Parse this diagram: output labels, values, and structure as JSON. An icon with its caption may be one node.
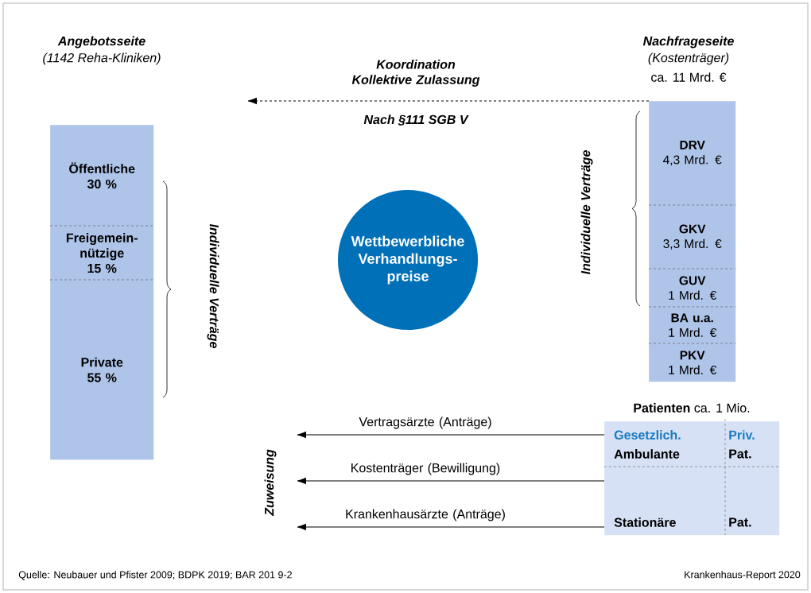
{
  "diagram": {
    "nodes": [
      {
        "text": [],
        "shape": "bar"
      },
      {
        "text": [
          "Öffentliche 30 %"
        ],
        "in": 0
      },
      {
        "text": [
          "Freigemein- nützige 15 %"
        ],
        "in": 0
      },
      {
        "text": [
          "Private 55 %"
        ],
        "in": 0
      },
      {
        "text": [
          "Nachfrageseite",
          "(Kostenträger)",
          "ca. 11 Mrd. €"
        ]
      },
      {
        "text": [
          "DRV",
          "4,3 Mrd. €"
        ],
        "in": 4
      },
      {
        "text": [
          "GKV",
          "3,3 Mrd. €"
        ],
        "in": 4
      },
      {
        "text": [
          "GUV",
          "1 Mrd. €"
        ],
        "in": 4
      },
      {
        "text": [
          "BA u.a.",
          "1 Mrd. €"
        ],
        "in": 4
      },
      {
        "text": [
          "PKV",
          "1 Mrd. €"
        ],
        "in": 4
      },
      {
        "text": [
          "Wettbewerbliche Verhandlungs- preise"
        ]
      },
      {
        "text": [
          "**Patienten** ca. 1 Mio.",
          "Gesetzlich.",
          "Ambulante",
          "Priv.",
          "Pat.",
          "Stationäre",
          "Pat."
        ]
      }
    ],
    "edges": [
      {
        "from": 4,
        "to": null,
        "arrow": "to",
        "style": "dashed",
        "label": "Koordination Kollektive Zulassung"
      },
      {
        "from": 11,
        "to": null,
        "arrow": "to",
        "label": "Vertragsärzte (Anträge)"
      },
      {
        "from": 11,
        "to": null,
        "arrow": "to",
        "label": "Kostenträger (Bewilligung)"
      },
      {
        "from": 11,
        "to": null,
        "arrow": "to",
        "label": "Krankenhausärzte (Anträge)"
      }
    ],
    "labels": [
      "Angebotsseite",
      "(1142 Reha-Kliniken)",
      "Nach §111 SGB V",
      "Individuelle Verträge",
      "Individuelle Verträge",
      "Zuweisung",
      "Quelle: Neubauer und Pfister 2009; BDPK 2019; BAR 201 9-2",
      "Krankenhaus-Report 2020"
    ]
  }
}
